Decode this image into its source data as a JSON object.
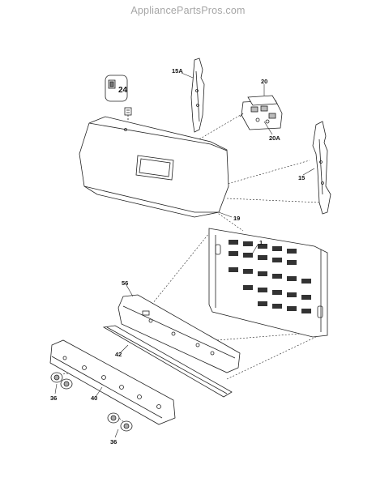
{
  "watermark": "AppliancePartsPros.com",
  "callouts": {
    "p24": "24",
    "p15a": "15A",
    "p20": "20",
    "p20a": "20A",
    "p15": "15",
    "p19": "19",
    "p1": "1",
    "p56": "56",
    "p42": "42",
    "p36a": "36",
    "p40": "40",
    "p36b": "36"
  },
  "colors": {
    "line": "#222222",
    "fill": "#ffffff",
    "shade": "#cfcfcf"
  }
}
